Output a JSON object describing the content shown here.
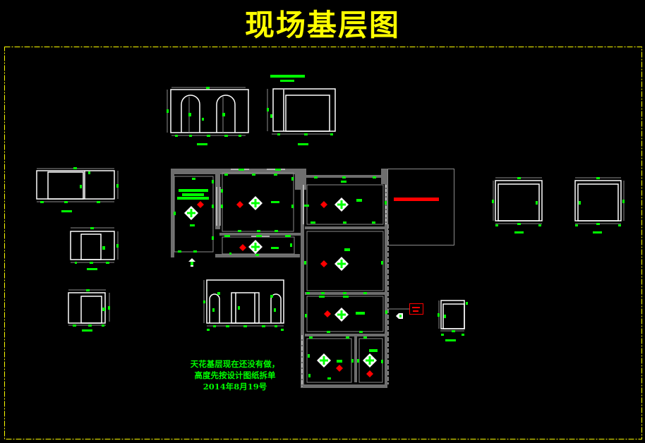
{
  "title": "现场基层图",
  "note": {
    "lines": [
      "天花基层现在还没有做，",
      "高度先按设计图纸拆单",
      "2014年8月19号"
    ]
  },
  "colors": {
    "background": "#000000",
    "title": "#ffff00",
    "frame": "#ffff00",
    "wall": "#6e6e6e",
    "outline": "#ffffff",
    "dimension": "#00ff00",
    "marker": "#ff0000",
    "leader": "#8c8c8c"
  },
  "icons": {
    "light_fixture": "diamond-light-icon",
    "red_marker": "red-diamond-marker-icon",
    "entrance_arrow": "entrance-arrow-icon"
  }
}
